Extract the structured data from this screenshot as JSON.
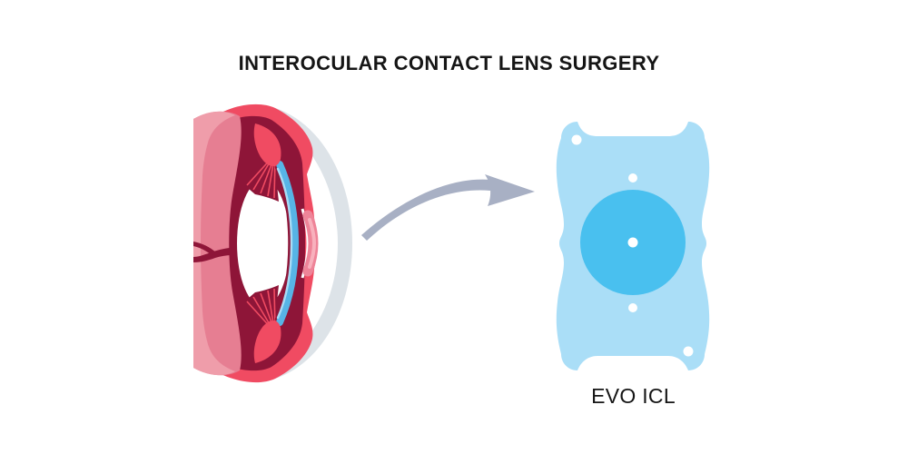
{
  "title": "INTEROCULAR CONTACT LENS SURGERY",
  "lens_label": "EVO ICL",
  "icons": {
    "eye": "eye-cross-section-illustration",
    "arrow": "curved-arrow-icon",
    "lens": "evo-icl-implant-illustration"
  },
  "colors": {
    "text": "#151515",
    "red": "#f04b62",
    "maroon": "#8e1538",
    "pink": "#e67e92",
    "pink_light": "#ef9daa",
    "cornea_gray": "#dde3e8",
    "icl_strip": "#57b4e6",
    "icl_strip_light": "#a9dcf5",
    "pupil_pale": "#ee8498",
    "pupil_pale_light": "#f8b1bd",
    "arrow": "#a8b0c4",
    "icl_body": "#aadef7",
    "icl_optic": "#49c0ef",
    "white": "#ffffff"
  }
}
